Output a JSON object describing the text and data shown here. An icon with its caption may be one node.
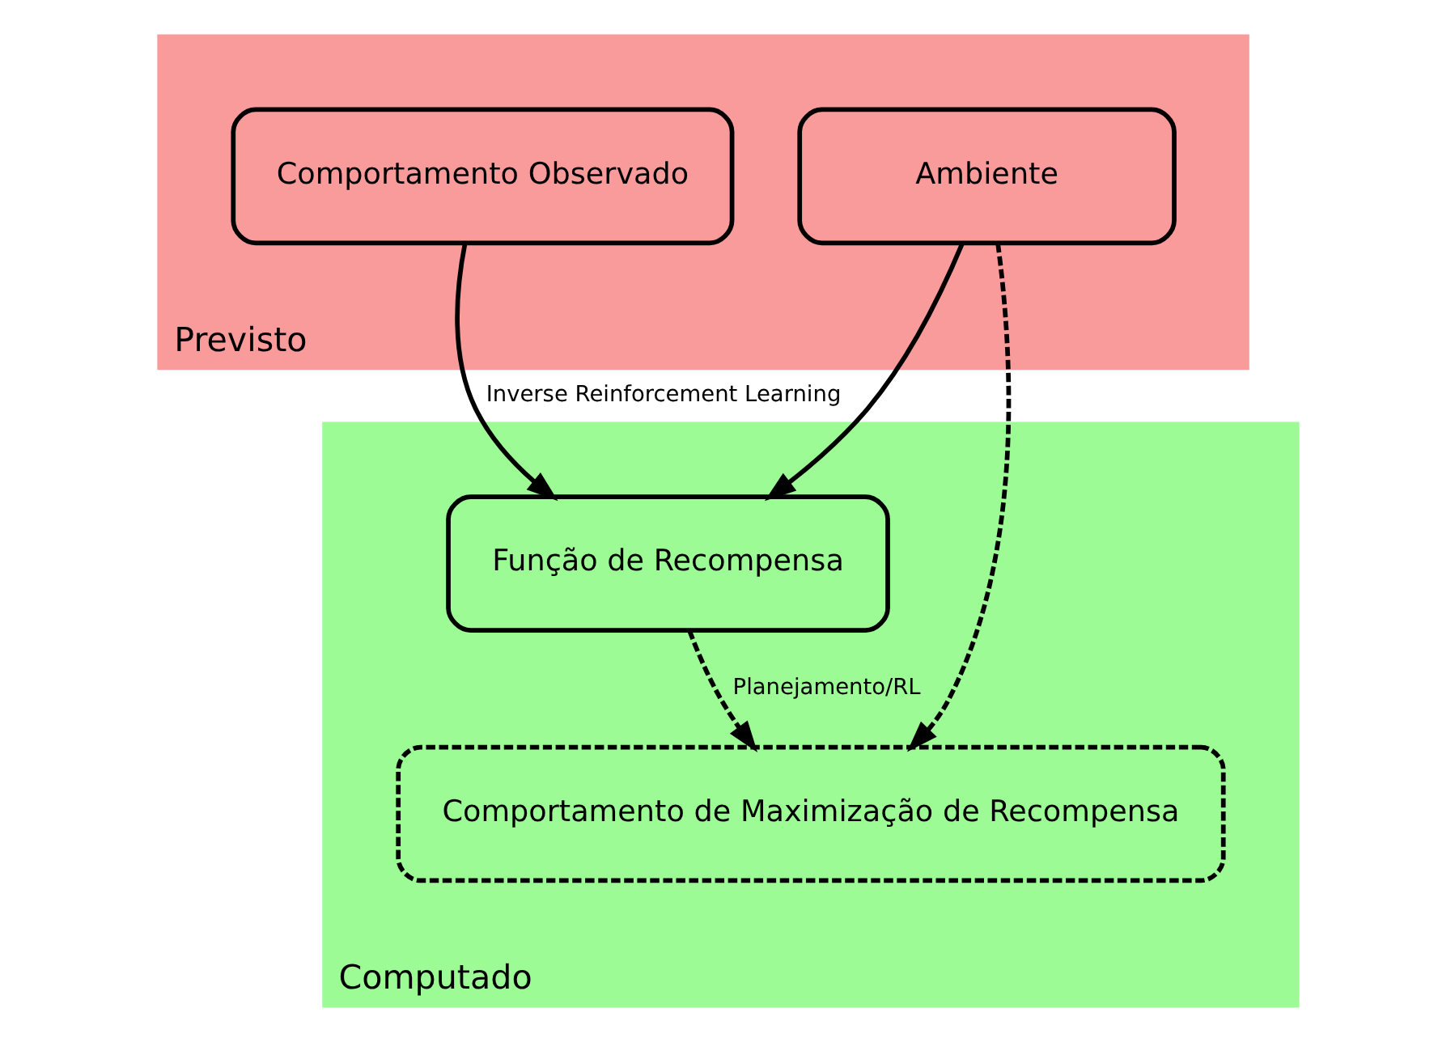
{
  "diagram": {
    "nodes": [
      {
        "text": [
          "Previsto"
        ]
      },
      {
        "text": [
          "Comportamento Observado"
        ],
        "in": 0
      },
      {
        "text": [
          "Ambiente"
        ],
        "in": 0
      },
      {
        "text": [
          "Computado"
        ]
      },
      {
        "text": [
          "Função de Recompensa"
        ],
        "in": 3
      },
      {
        "text": [
          "Comportamento de Maximização de Recompensa"
        ],
        "in": 3
      }
    ],
    "edges": [
      {
        "from": 1,
        "to": 4,
        "arrow": "to",
        "label": "Inverse Reinforcement Learning"
      },
      {
        "from": 2,
        "to": 4,
        "arrow": "to"
      },
      {
        "from": 4,
        "to": 5,
        "arrow": "to",
        "style": "dashed",
        "label": "Planejamento/RL"
      },
      {
        "from": 2,
        "to": 5,
        "arrow": "to",
        "style": "dashed"
      }
    ]
  }
}
